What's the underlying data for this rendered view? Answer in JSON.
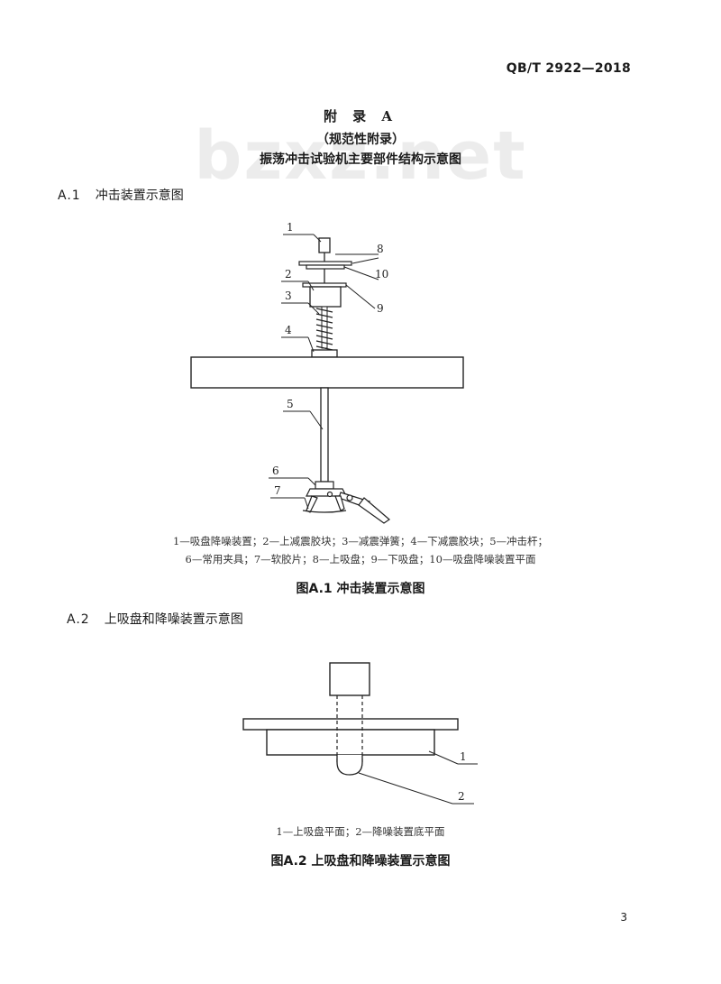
{
  "header": {
    "standard_code": "QB/T 2922—2018"
  },
  "watermark": {
    "text": "bzxz.net"
  },
  "appendix": {
    "title": "附 录 A",
    "subtitle": "（规范性附录）",
    "heading": "振荡冲击试验机主要部件结构示意图"
  },
  "section_a1": {
    "number": "A.1",
    "title": "冲击装置示意图",
    "callouts": [
      "1",
      "2",
      "3",
      "4",
      "5",
      "6",
      "7",
      "8",
      "9",
      "10"
    ],
    "legend_line1": "1—吸盘降噪装置；2—上减震胶块；3—减震弹簧；4—下减震胶块；5—冲击杆；",
    "legend_line2": "6—常用夹具；7—软胶片；8—上吸盘；9—下吸盘；10—吸盘降噪装置平面",
    "caption": "图A.1  冲击装置示意图"
  },
  "section_a2": {
    "number": "A.2",
    "title": "上吸盘和降噪装置示意图",
    "callouts": [
      "1",
      "2"
    ],
    "legend": "1—上吸盘平面；2—降噪装置底平面",
    "caption": "图A.2  上吸盘和降噪装置示意图"
  },
  "footer": {
    "page_number": "3"
  }
}
